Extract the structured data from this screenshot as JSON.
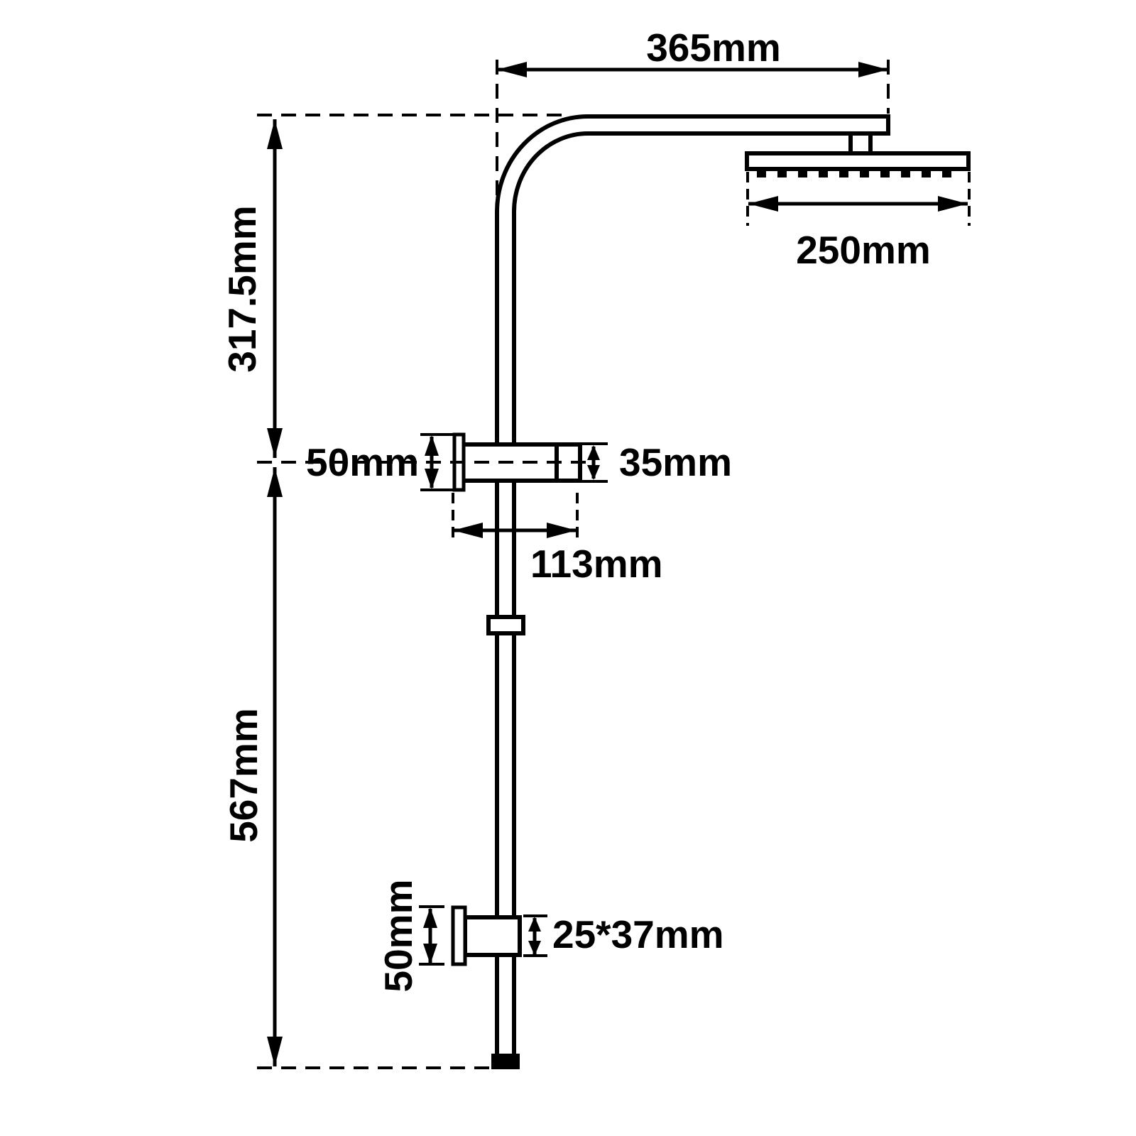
{
  "page": {
    "background": "#ffffff",
    "line_color": "#000000"
  },
  "diagram": {
    "kind": "technical dimension drawing",
    "labels": {
      "arm_reach": "365mm",
      "head_width": "250mm",
      "upper_height": "317.5mm",
      "mid_bracket_height": "50mm",
      "mid_bracket_diameter": "35mm",
      "mid_bracket_length": "113mm",
      "lower_height": "567mm",
      "bottom_bracket_height": "50mm",
      "bottom_bracket_size": "25*37mm"
    }
  }
}
